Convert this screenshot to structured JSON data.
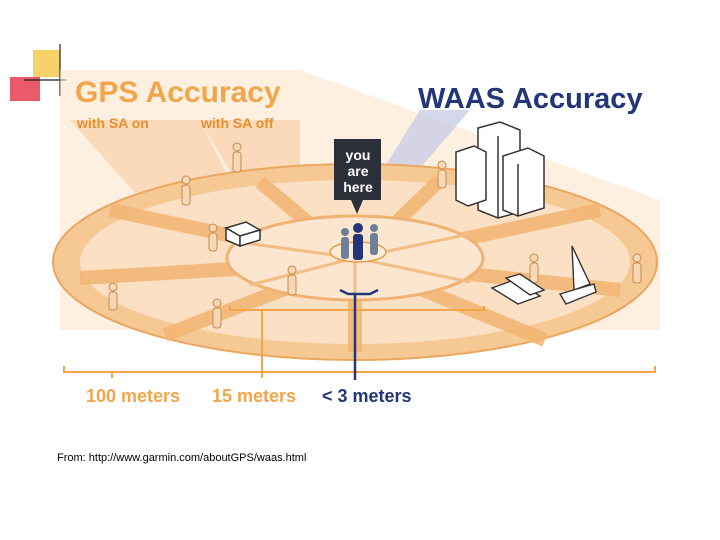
{
  "slide": {
    "source_caption": "From: http://www.garmin.com/aboutGPS/waas.html",
    "colors": {
      "orange": "#f3a54a",
      "orange_dark": "#e78e2d",
      "peach": "#fbe3c8",
      "peach_mid": "#f7c99a",
      "navy": "#23367a",
      "slate": "#6f7f9a",
      "deco_yellow": "#f5d36a",
      "deco_red": "#e8485a"
    }
  },
  "figure": {
    "gps_title": "GPS Accuracy",
    "sa_on_label": "with SA on",
    "sa_off_label": "with SA off",
    "waas_title": "WAAS Accuracy",
    "you_are_here_label": [
      "you",
      "are",
      "here"
    ],
    "scale_labels": {
      "outer": "100 meters",
      "middle": "15 meters",
      "inner": "< 3 meters"
    }
  }
}
